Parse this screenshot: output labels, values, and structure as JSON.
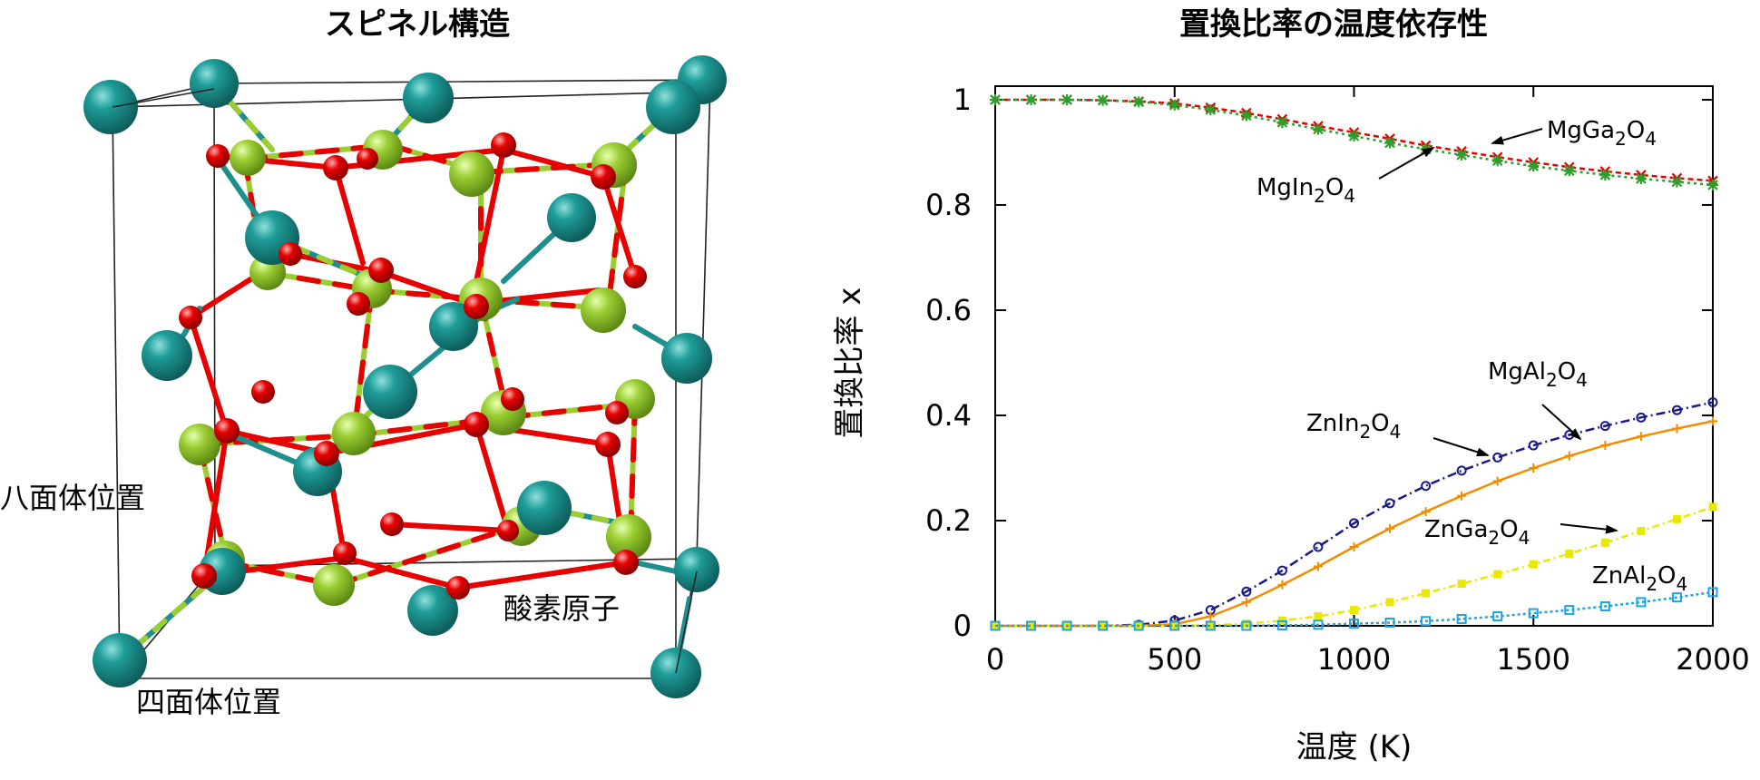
{
  "left_panel": {
    "title": "スピネル構造",
    "labels": {
      "octahedral": "八面体位置",
      "tetrahedral": "四面体位置",
      "oxygen": "酸素原子"
    },
    "colors": {
      "tetra_atom": "#1e8f8c",
      "octa_atom": "#9acd32",
      "oxygen_atom": "#e60000",
      "cell_edge": "#222222"
    }
  },
  "chart_data": {
    "type": "line",
    "title": "置換比率の温度依存性",
    "xlabel": "温度 (K)",
    "ylabel": "置換比率 x",
    "xlim": [
      0,
      2000
    ],
    "ylim": [
      0,
      1
    ],
    "x_ticks": [
      "0",
      "500",
      "1000",
      "1500",
      "2000"
    ],
    "y_ticks": [
      "0",
      "0.2",
      "0.4",
      "0.6",
      "0.8",
      "1"
    ],
    "grid": false,
    "legend": "inline labels with arrows",
    "series": [
      {
        "name": "MgGa₂O₄",
        "color": "#e60000",
        "dash": "6 4",
        "marker": "x",
        "x": [
          0,
          100,
          200,
          300,
          400,
          500,
          600,
          700,
          800,
          900,
          1000,
          1100,
          1200,
          1300,
          1400,
          1500,
          1600,
          1700,
          1800,
          1900,
          2000
        ],
        "y": [
          1.0,
          1.0,
          1.0,
          0.999,
          0.997,
          0.993,
          0.985,
          0.975,
          0.963,
          0.95,
          0.938,
          0.926,
          0.913,
          0.902,
          0.891,
          0.881,
          0.872,
          0.864,
          0.857,
          0.851,
          0.846
        ]
      },
      {
        "name": "MgIn₂O₄",
        "color": "#2ca02c",
        "dash": "3 4",
        "marker": "star",
        "x": [
          0,
          100,
          200,
          300,
          400,
          500,
          600,
          700,
          800,
          900,
          1000,
          1100,
          1200,
          1300,
          1400,
          1500,
          1600,
          1700,
          1800,
          1900,
          2000
        ],
        "y": [
          1.0,
          1.0,
          1.0,
          0.999,
          0.996,
          0.99,
          0.981,
          0.97,
          0.957,
          0.944,
          0.931,
          0.918,
          0.906,
          0.895,
          0.884,
          0.874,
          0.865,
          0.857,
          0.85,
          0.844,
          0.838
        ]
      },
      {
        "name": "ZnIn₂O₄",
        "color": "#1a1a8c",
        "dash": "10 4 2 4",
        "marker": "circle",
        "x": [
          0,
          100,
          200,
          300,
          400,
          500,
          600,
          700,
          800,
          900,
          1000,
          1100,
          1200,
          1300,
          1400,
          1500,
          1600,
          1700,
          1800,
          1900,
          2000
        ],
        "y": [
          0,
          0,
          0,
          0,
          0.002,
          0.01,
          0.03,
          0.065,
          0.105,
          0.15,
          0.195,
          0.233,
          0.266,
          0.295,
          0.32,
          0.343,
          0.363,
          0.38,
          0.396,
          0.41,
          0.425
        ]
      },
      {
        "name": "MgAl₂O₄",
        "color": "#f28c00",
        "dash": "",
        "marker": "plus",
        "x": [
          0,
          100,
          200,
          300,
          400,
          500,
          600,
          700,
          800,
          900,
          1000,
          1100,
          1200,
          1300,
          1400,
          1500,
          1600,
          1700,
          1800,
          1900,
          2000
        ],
        "y": [
          0,
          0,
          0,
          0,
          0,
          0.003,
          0.018,
          0.045,
          0.078,
          0.113,
          0.15,
          0.185,
          0.217,
          0.247,
          0.275,
          0.3,
          0.323,
          0.343,
          0.36,
          0.375,
          0.389
        ]
      },
      {
        "name": "ZnGa₂O₄",
        "color": "#e8e800",
        "dash": "8 4 2 4",
        "marker": "square",
        "x": [
          0,
          100,
          200,
          300,
          400,
          500,
          600,
          700,
          800,
          900,
          1000,
          1100,
          1200,
          1300,
          1400,
          1500,
          1600,
          1700,
          1800,
          1900,
          2000
        ],
        "y": [
          0,
          0,
          0,
          0,
          0,
          0,
          0.001,
          0.004,
          0.01,
          0.018,
          0.03,
          0.045,
          0.062,
          0.08,
          0.098,
          0.117,
          0.137,
          0.158,
          0.18,
          0.203,
          0.226
        ]
      },
      {
        "name": "ZnAl₂O₄",
        "color": "#1fa3e0",
        "dash": "3 3",
        "marker": "hollow-square",
        "x": [
          0,
          100,
          200,
          300,
          400,
          500,
          600,
          700,
          800,
          900,
          1000,
          1100,
          1200,
          1300,
          1400,
          1500,
          1600,
          1700,
          1800,
          1900,
          2000
        ],
        "y": [
          0,
          0,
          0,
          0,
          0,
          0,
          0,
          0,
          0.001,
          0.002,
          0.004,
          0.006,
          0.009,
          0.013,
          0.018,
          0.024,
          0.03,
          0.037,
          0.045,
          0.054,
          0.064
        ]
      }
    ],
    "annotations": [
      {
        "series": "MgGa₂O₄",
        "text_pre": "MgGa",
        "sub1": "2",
        "text_mid": "O",
        "sub2": "4"
      },
      {
        "series": "MgIn₂O₄",
        "text_pre": "MgIn",
        "sub1": "2",
        "text_mid": "O",
        "sub2": "4"
      },
      {
        "series": "MgAl₂O₄",
        "text_pre": "MgAl",
        "sub1": "2",
        "text_mid": "O",
        "sub2": "4"
      },
      {
        "series": "ZnIn₂O₄",
        "text_pre": "ZnIn",
        "sub1": "2",
        "text_mid": "O",
        "sub2": "4"
      },
      {
        "series": "ZnGa₂O₄",
        "text_pre": "ZnGa",
        "sub1": "2",
        "text_mid": "O",
        "sub2": "4"
      },
      {
        "series": "ZnAl₂O₄",
        "text_pre": "ZnAl",
        "sub1": "2",
        "text_mid": "O",
        "sub2": "4"
      }
    ]
  }
}
